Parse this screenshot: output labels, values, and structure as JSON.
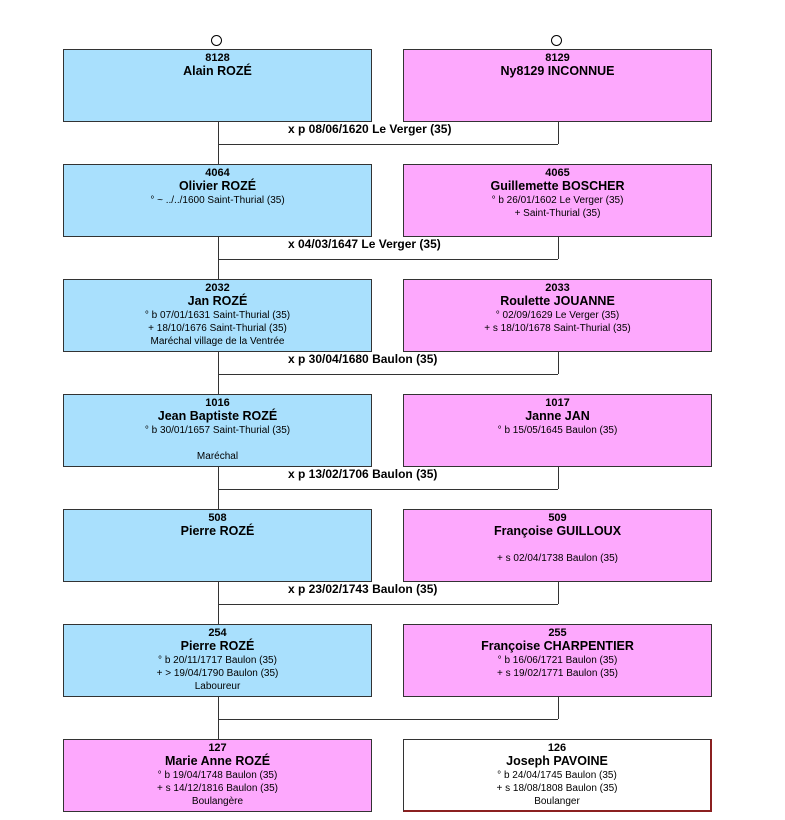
{
  "generations": [
    {
      "left": {
        "num": "8128",
        "name": "Alain ROZÉ",
        "lines": []
      },
      "right": {
        "num": "8129",
        "name": "Ny8129 INCONNUE",
        "lines": []
      },
      "marriage": ""
    },
    {
      "left": {
        "num": "4064",
        "name": "Olivier ROZÉ",
        "lines": [
          "° ~ ../../1600 Saint-Thurial (35)"
        ]
      },
      "right": {
        "num": "4065",
        "name": "Guillemette BOSCHER",
        "lines": [
          "° b 26/01/1602 Le Verger (35)",
          "+ Saint-Thurial (35)"
        ]
      },
      "marriage": "x p 08/06/1620 Le Verger (35)"
    },
    {
      "left": {
        "num": "2032",
        "name": "Jan ROZÉ",
        "lines": [
          "° b 07/01/1631 Saint-Thurial (35)",
          "+ 18/10/1676 Saint-Thurial (35)",
          "Maréchal village de la Ventrée"
        ]
      },
      "right": {
        "num": "2033",
        "name": "Roulette JOUANNE",
        "lines": [
          "° 02/09/1629 Le Verger (35)",
          "+ s 18/10/1678 Saint-Thurial (35)"
        ]
      },
      "marriage": "x 04/03/1647 Le Verger (35)"
    },
    {
      "left": {
        "num": "1016",
        "name": "Jean Baptiste ROZÉ",
        "lines": [
          "° b 30/01/1657 Saint-Thurial (35)",
          "",
          "Maréchal"
        ]
      },
      "right": {
        "num": "1017",
        "name": "Janne JAN",
        "lines": [
          "° b 15/05/1645 Baulon (35)"
        ]
      },
      "marriage": "x p 30/04/1680 Baulon (35)"
    },
    {
      "left": {
        "num": "508",
        "name": "Pierre ROZÉ",
        "lines": []
      },
      "right": {
        "num": "509",
        "name": "Françoise GUILLOUX",
        "lines": [
          "",
          "+ s 02/04/1738 Baulon (35)"
        ]
      },
      "marriage": "x p 13/02/1706 Baulon (35)"
    },
    {
      "left": {
        "num": "254",
        "name": "Pierre ROZÉ",
        "lines": [
          "° b 20/11/1717 Baulon (35)",
          "+ > 19/04/1790 Baulon (35)",
          "Laboureur"
        ]
      },
      "right": {
        "num": "255",
        "name": "Françoise CHARPENTIER",
        "lines": [
          "° b 16/06/1721 Baulon (35)",
          "+ s 19/02/1771 Baulon (35)"
        ]
      },
      "marriage": "x p 23/02/1743 Baulon (35)"
    },
    {
      "left": {
        "num": "127",
        "name": "Marie Anne ROZÉ",
        "lines": [
          "° b 19/04/1748 Baulon (35)",
          "+ s 14/12/1816 Baulon (35)",
          "Boulangère"
        ]
      },
      "right": {
        "num": "126",
        "name": "Joseph PAVOINE",
        "lines": [
          "° b 24/04/1745 Baulon (35)",
          "+ s 18/08/1808 Baulon (35)",
          "Boulanger"
        ]
      },
      "marriage": ""
    }
  ],
  "colors": {
    "male": "#a9e0fd",
    "female": "#fda8fd",
    "spouse": "#ffffff"
  }
}
